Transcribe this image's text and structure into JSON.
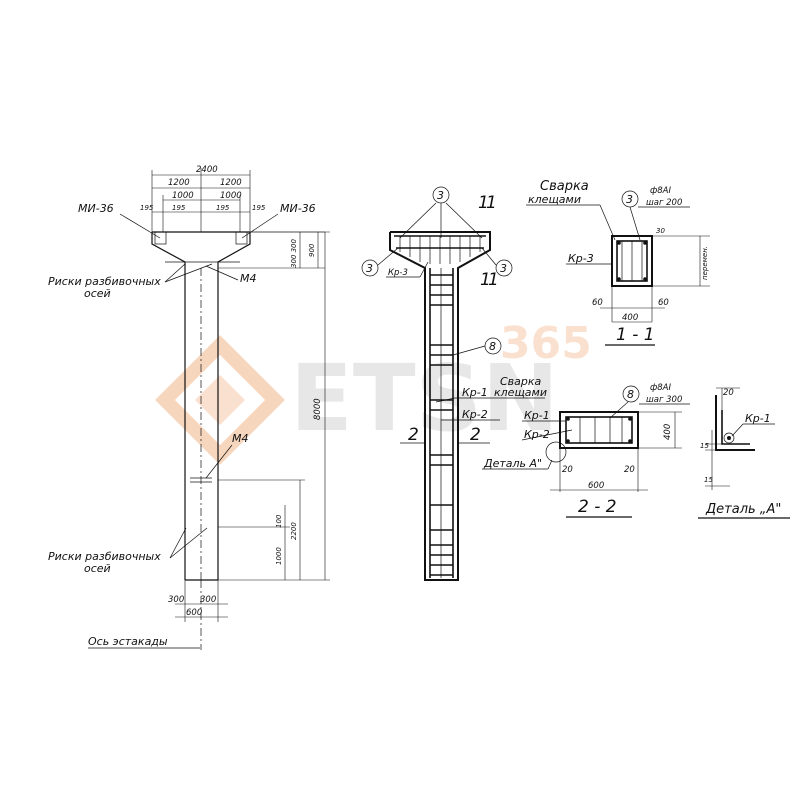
{
  "watermark": {
    "big": "ETSN",
    "small": "365",
    "color_main": "#d9d9d9",
    "color_accent": "#f7c9a8"
  },
  "left_view": {
    "dim_total": "2400",
    "dim_half_left": "1200",
    "dim_half_right": "1200",
    "dim_inner_left": "1000",
    "dim_inner_right": "1000",
    "dim_195_a": "195",
    "dim_195_b": "195",
    "dim_195_c": "195",
    "dim_195_d": "195",
    "label_mi_left": "МИ-36",
    "label_mi_right": "МИ-36",
    "dim_300_300": "300 300",
    "dim_900": "900",
    "label_riski_top_1": "Риски разбивочных",
    "label_riski_top_2": "осей",
    "label_m4_top": "М4",
    "dim_8000": "8000",
    "label_m4_mid": "М4",
    "dim_100": "100",
    "dim_2200": "2200",
    "dim_1000": "1000",
    "label_riski_bot_1": "Риски разбивочных",
    "label_riski_bot_2": "осей",
    "dim_300_left": "300",
    "dim_300_right": "300",
    "dim_600": "600",
    "label_axis": "Ось эстакады"
  },
  "middle_view": {
    "section_mark_top": "1",
    "section_mark_top_b": "1",
    "callout_3": "3",
    "callout_3_left": "3",
    "callout_3_right": "3",
    "label_kp3": "Кр-3",
    "callout_8": "8",
    "label_svarka_1": "Сварка",
    "label_svarka_2": "клещами",
    "label_kp1": "Кр-1",
    "label_kp2": "Кр-2",
    "section_mark_2_left": "2",
    "section_mark_2_right": "2"
  },
  "section_1": {
    "label_svarka_1": "Сварка",
    "label_svarka_2": "клещами",
    "callout_3": "3",
    "rebar_1": "ф8АI",
    "rebar_2": "шаг 200",
    "dim_30": "30",
    "label_kp3": "Кр-3",
    "label_peremen": "перемен.",
    "dim_60_left": "60",
    "dim_60_right": "60",
    "dim_400": "400",
    "title": "1 - 1"
  },
  "section_2": {
    "label_svarka_1": "Сварка",
    "label_svarka_2": "клещами",
    "callout_8": "8",
    "rebar_1": "ф8АI",
    "rebar_2": "шаг 300",
    "label_kp1": "Кр-1",
    "label_kp2": "Кр-2",
    "dim_400": "400",
    "label_detail": "Деталь А\"",
    "dim_20_left": "20",
    "dim_20_right": "20",
    "dim_600": "600",
    "title": "2 - 2"
  },
  "detail_a": {
    "dim_20": "20",
    "label_kp1": "Кр-1",
    "dim_15_a": "15",
    "dim_15_b": "15",
    "title": "Деталь „А\""
  }
}
